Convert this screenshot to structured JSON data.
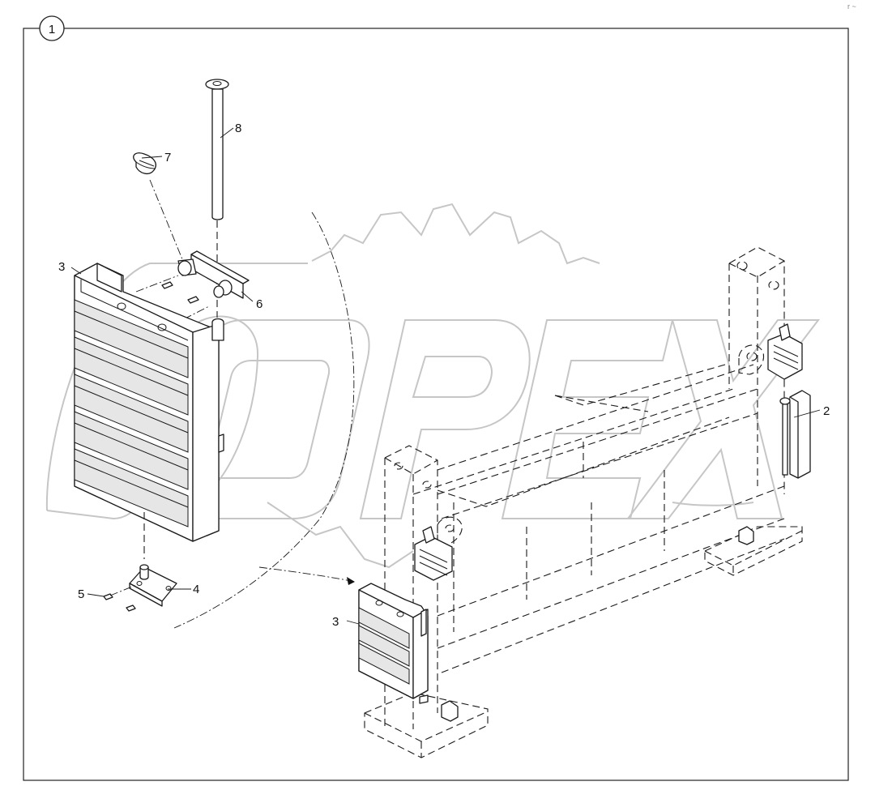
{
  "diagram": {
    "group_number": "1",
    "callouts": {
      "part_1": "2",
      "part_2": "3",
      "part_3": "3",
      "part_4": "4",
      "part_5": "5",
      "part_6": "6",
      "part_7": "7",
      "part_8": "8"
    },
    "watermark_text": "OPEX",
    "corner_mark": "r ~"
  }
}
